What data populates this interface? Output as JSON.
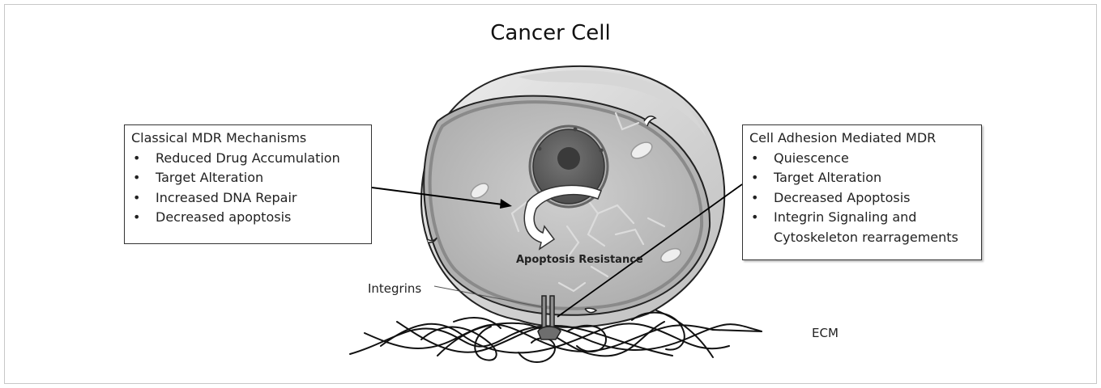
{
  "title": "Cancer Cell",
  "classical_box": {
    "heading": "Classical MDR Mechanisms",
    "items": [
      "Reduced Drug Accumulation",
      "Target Alteration",
      "Increased DNA Repair",
      "Decreased apoptosis"
    ]
  },
  "adhesion_box": {
    "heading": "Cell Adhesion Mediated MDR",
    "items": [
      "Quiescence",
      "Target Alteration",
      "Decreased Apoptosis",
      "Integrin Signaling and",
      "Cytoskeleton rearragements"
    ]
  },
  "labels": {
    "integrins": "Integrins",
    "ecm": "ECM",
    "apoptosis_resistance": "Apoptosis Resistance"
  }
}
